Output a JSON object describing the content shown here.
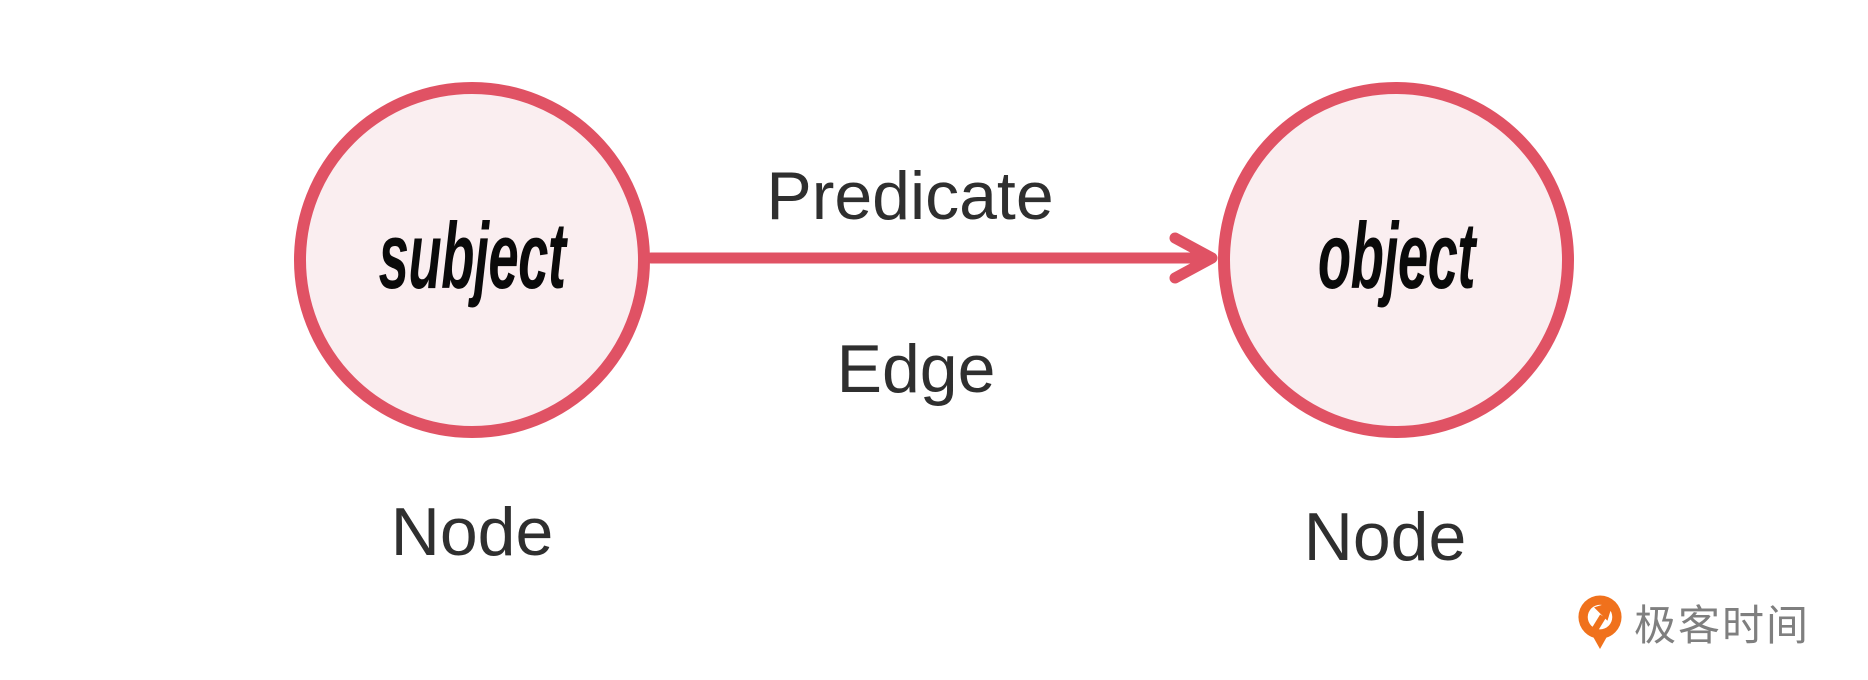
{
  "diagram": {
    "left_node": {
      "label": "subject",
      "caption": "Node"
    },
    "right_node": {
      "label": "object",
      "caption": "Node"
    },
    "edge": {
      "top_label": "Predicate",
      "bottom_label": "Edge"
    },
    "colors": {
      "node_border": "#E05264",
      "node_fill": "#FAEEF0",
      "label_text": "#0A0A0A",
      "caption_text": "#2F2F2F",
      "arrow": "#E05264"
    }
  },
  "branding": {
    "name": "极客时间",
    "icon": "geektime-pin-icon",
    "icon_color": "#F0711C",
    "text_color": "#7F7F7F"
  }
}
